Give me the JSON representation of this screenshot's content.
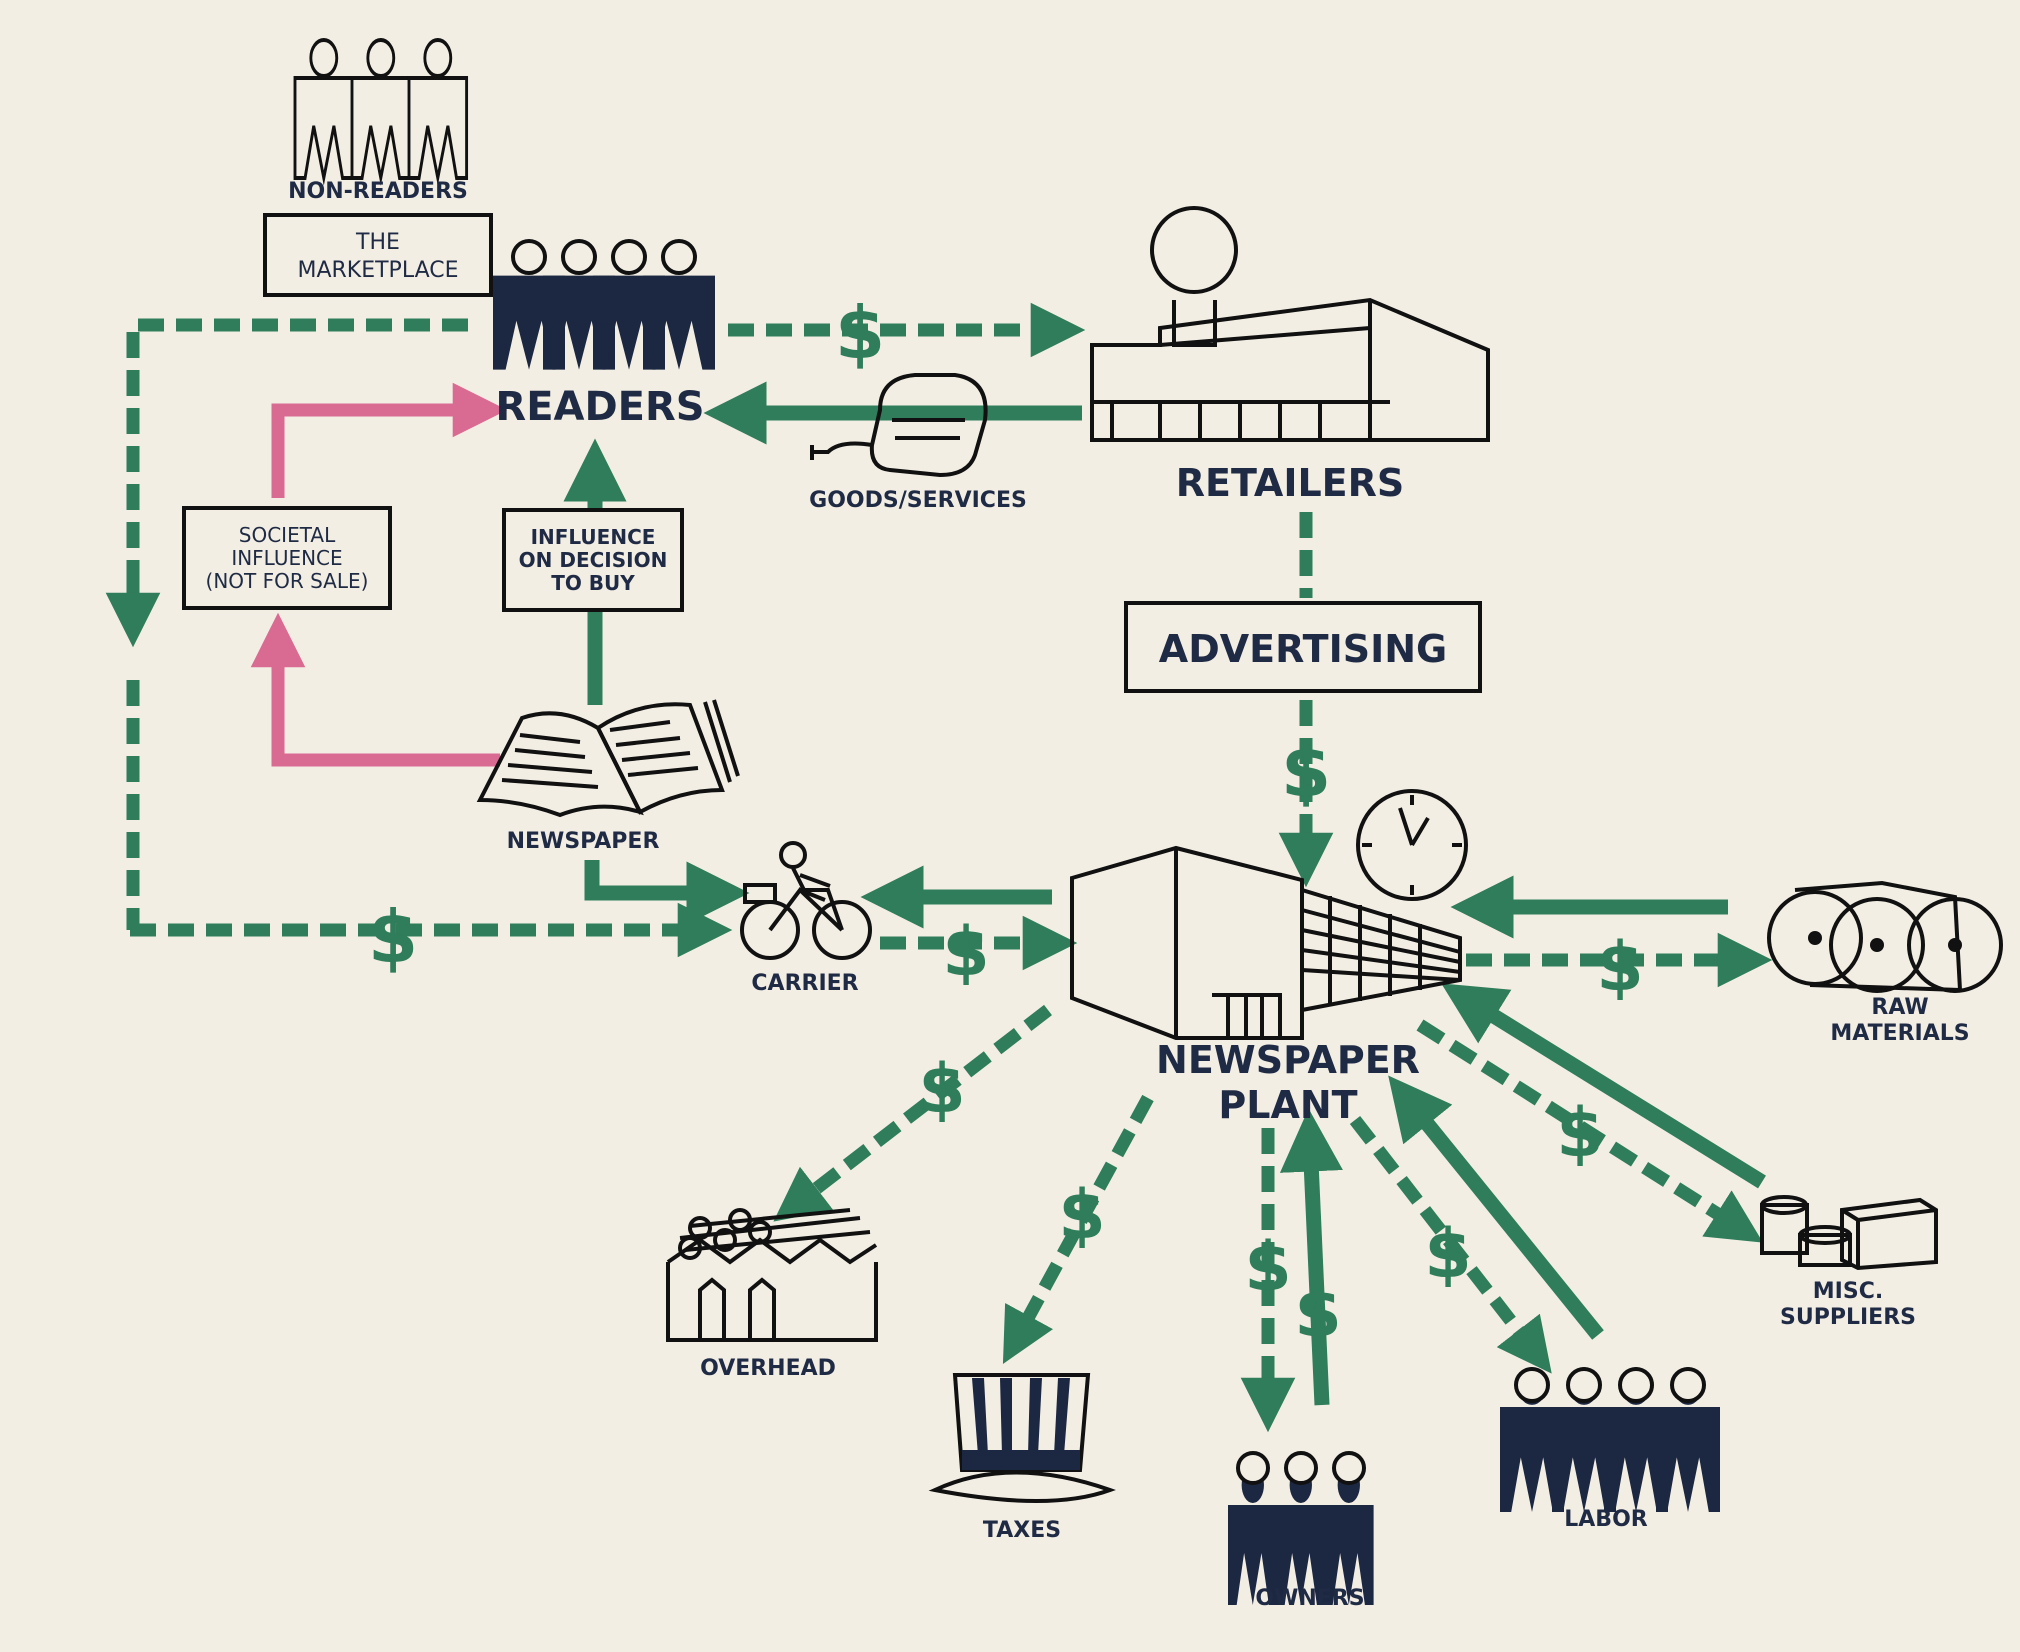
{
  "nodes": {
    "non_readers": "NON-READERS",
    "marketplace": [
      "THE",
      "MARKETPLACE"
    ],
    "readers": "READERS",
    "retailers": "RETAILERS",
    "goods_services": "GOODS/SERVICES",
    "advertising": "ADVERTISING",
    "societal_influence": [
      "SOCIETAL",
      "INFLUENCE",
      "(NOT FOR SALE)"
    ],
    "influence_decision": [
      "INFLUENCE",
      "ON DECISION",
      "TO BUY"
    ],
    "newspaper": "NEWSPAPER",
    "carrier": "CARRIER",
    "newspaper_plant": [
      "NEWSPAPER",
      "PLANT"
    ],
    "raw_materials": [
      "RAW",
      "MATERIALS"
    ],
    "misc_suppliers": [
      "MISC.",
      "SUPPLIERS"
    ],
    "overhead": "OVERHEAD",
    "taxes": "TAXES",
    "owners": "OWNERS",
    "labor": "LABOR"
  },
  "money_symbol": "$",
  "colors": {
    "money_flow": "#2f7d5a",
    "societal_flow": "#d96b92",
    "figures": "#1c2741",
    "background": "#f3eee4"
  }
}
